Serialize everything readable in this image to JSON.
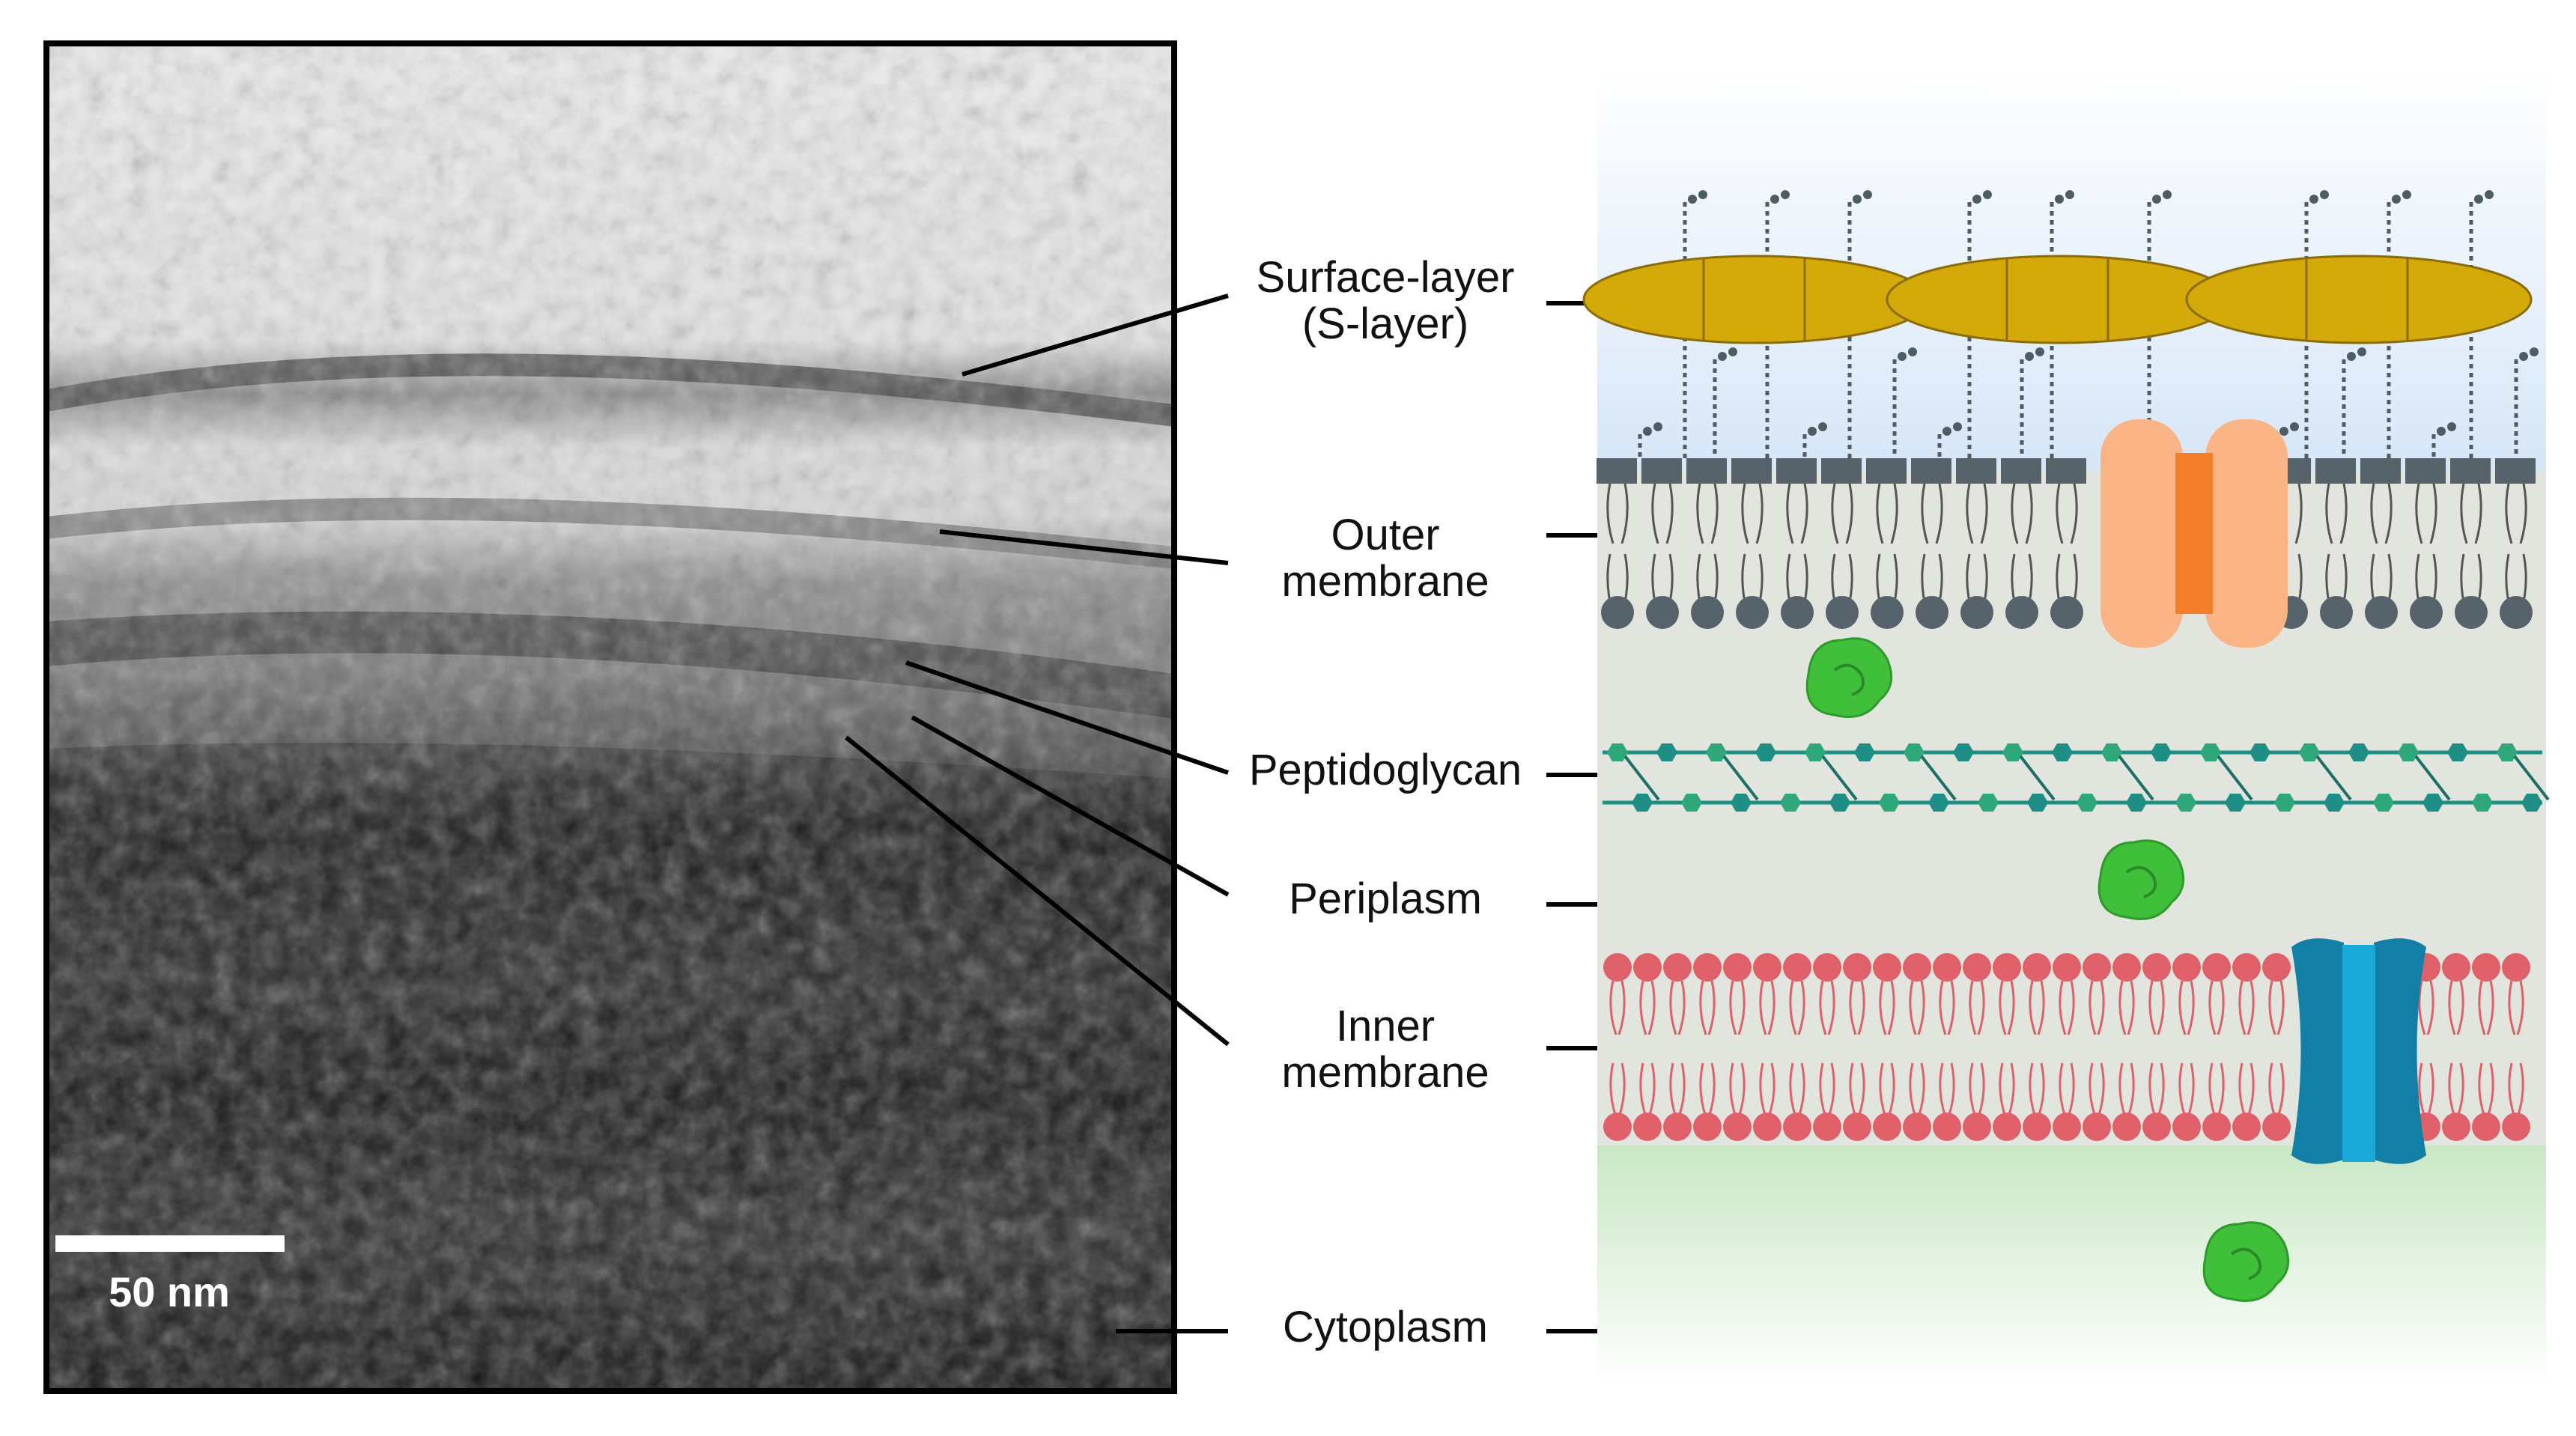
{
  "micrograph": {
    "scale_bar_label": "50 nm"
  },
  "labels": [
    {
      "id": "s-layer",
      "lines": [
        "Surface-layer",
        "(S-layer)"
      ]
    },
    {
      "id": "outer-membrane",
      "lines": [
        "Outer",
        "membrane"
      ]
    },
    {
      "id": "peptidoglycan",
      "lines": [
        "Peptidoglycan"
      ]
    },
    {
      "id": "periplasm",
      "lines": [
        "Periplasm"
      ]
    },
    {
      "id": "inner-membrane",
      "lines": [
        "Inner",
        "membrane"
      ]
    },
    {
      "id": "cytoplasm",
      "lines": [
        "Cytoplasm"
      ]
    }
  ],
  "colors": {
    "s_layer_protein": "#d4a90a",
    "outer_membrane_headgroup": "#56636a",
    "outer_membrane_porin_light": "#fbb486",
    "outer_membrane_porin_dark": "#f47f2a",
    "peptidoglycan_glycan": "#1f8f86",
    "peptidoglycan_node": "#2ea77a",
    "inner_membrane_headgroup": "#e0606a",
    "inner_membrane_channel_dark": "#137ea6",
    "inner_membrane_channel_light": "#1ba9d8",
    "periplasm_fill": "#e2e4de",
    "cytoplasm_fill": "#d7ecd3",
    "extracellular_fill": "#dbe8f5",
    "soluble_protein": "#3fbf3a"
  }
}
